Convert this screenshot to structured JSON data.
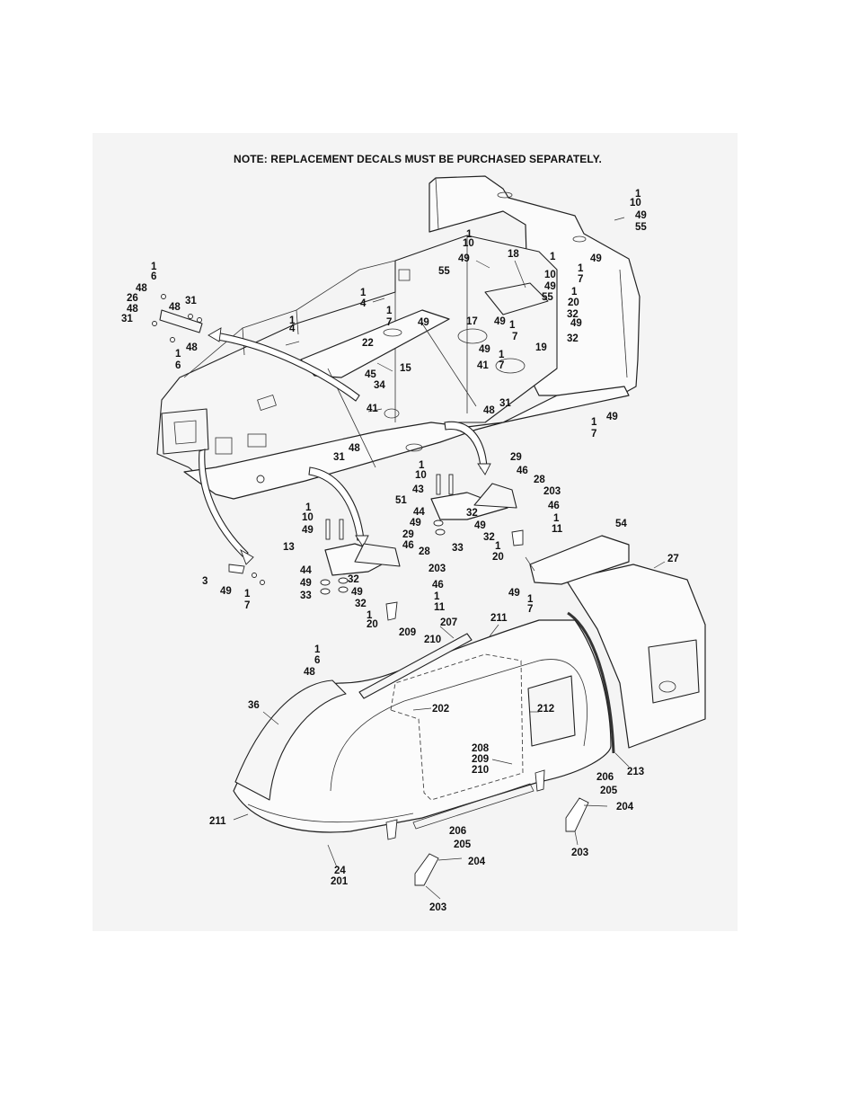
{
  "note": "NOTE: REPLACEMENT DECALS MUST BE PURCHASED SEPARATELY.",
  "callouts": [
    {
      "t": "1"
    },
    {
      "t": "10"
    },
    {
      "t": "49"
    },
    {
      "t": "55"
    },
    {
      "t": "1"
    },
    {
      "t": "10"
    },
    {
      "t": "49"
    },
    {
      "t": "55"
    },
    {
      "t": "18"
    },
    {
      "t": "1"
    },
    {
      "t": "10"
    },
    {
      "t": "49"
    },
    {
      "t": "55"
    },
    {
      "t": "1"
    },
    {
      "t": "7"
    },
    {
      "t": "49"
    },
    {
      "t": "1"
    },
    {
      "t": "20"
    },
    {
      "t": "32"
    },
    {
      "t": "49"
    },
    {
      "t": "32"
    },
    {
      "t": "1"
    },
    {
      "t": "6"
    },
    {
      "t": "48"
    },
    {
      "t": "26"
    },
    {
      "t": "48"
    },
    {
      "t": "31"
    },
    {
      "t": "48"
    },
    {
      "t": "31"
    },
    {
      "t": "48"
    },
    {
      "t": "1"
    },
    {
      "t": "6"
    },
    {
      "t": "1"
    },
    {
      "t": "4"
    },
    {
      "t": "1"
    },
    {
      "t": "4"
    },
    {
      "t": "1"
    },
    {
      "t": "7"
    },
    {
      "t": "49"
    },
    {
      "t": "22"
    },
    {
      "t": "15"
    },
    {
      "t": "17"
    },
    {
      "t": "49"
    },
    {
      "t": "1"
    },
    {
      "t": "7"
    },
    {
      "t": "49"
    },
    {
      "t": "1"
    },
    {
      "t": "7"
    },
    {
      "t": "19"
    },
    {
      "t": "41"
    },
    {
      "t": "45"
    },
    {
      "t": "34"
    },
    {
      "t": "41"
    },
    {
      "t": "31"
    },
    {
      "t": "48"
    },
    {
      "t": "49"
    },
    {
      "t": "1"
    },
    {
      "t": "7"
    },
    {
      "t": "48"
    },
    {
      "t": "31"
    },
    {
      "t": "1"
    },
    {
      "t": "10"
    },
    {
      "t": "43"
    },
    {
      "t": "51"
    },
    {
      "t": "44"
    },
    {
      "t": "49"
    },
    {
      "t": "33"
    },
    {
      "t": "32"
    },
    {
      "t": "49"
    },
    {
      "t": "32"
    },
    {
      "t": "1"
    },
    {
      "t": "20"
    },
    {
      "t": "29"
    },
    {
      "t": "46"
    },
    {
      "t": "28"
    },
    {
      "t": "203"
    },
    {
      "t": "46"
    },
    {
      "t": "1"
    },
    {
      "t": "11"
    },
    {
      "t": "1"
    },
    {
      "t": "10"
    },
    {
      "t": "49"
    },
    {
      "t": "13"
    },
    {
      "t": "29"
    },
    {
      "t": "46"
    },
    {
      "t": "28"
    },
    {
      "t": "203"
    },
    {
      "t": "44"
    },
    {
      "t": "49"
    },
    {
      "t": "33"
    },
    {
      "t": "32"
    },
    {
      "t": "49"
    },
    {
      "t": "46"
    },
    {
      "t": "1"
    },
    {
      "t": "11"
    },
    {
      "t": "32"
    },
    {
      "t": "1"
    },
    {
      "t": "20"
    },
    {
      "t": "3"
    },
    {
      "t": "49"
    },
    {
      "t": "1"
    },
    {
      "t": "7"
    },
    {
      "t": "54"
    },
    {
      "t": "27"
    },
    {
      "t": "49"
    },
    {
      "t": "1"
    },
    {
      "t": "7"
    },
    {
      "t": "207"
    },
    {
      "t": "211"
    },
    {
      "t": "209"
    },
    {
      "t": "210"
    },
    {
      "t": "1"
    },
    {
      "t": "6"
    },
    {
      "t": "48"
    },
    {
      "t": "36"
    },
    {
      "t": "202"
    },
    {
      "t": "212"
    },
    {
      "t": "208"
    },
    {
      "t": "209"
    },
    {
      "t": "210"
    },
    {
      "t": "213"
    },
    {
      "t": "206"
    },
    {
      "t": "205"
    },
    {
      "t": "204"
    },
    {
      "t": "203"
    },
    {
      "t": "211"
    },
    {
      "t": "206"
    },
    {
      "t": "205"
    },
    {
      "t": "204"
    },
    {
      "t": "24"
    },
    {
      "t": "201"
    },
    {
      "t": "203"
    }
  ]
}
